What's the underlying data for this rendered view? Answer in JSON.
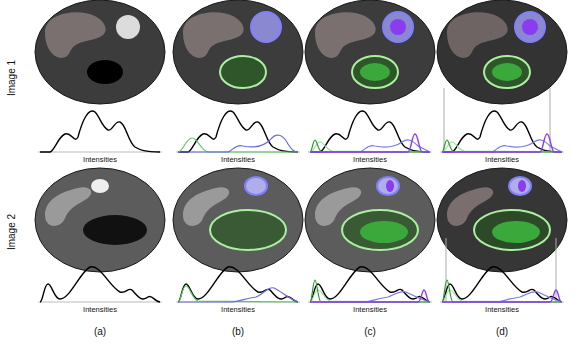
{
  "diagram": {
    "labels": [
      "Image 1",
      "Image 2",
      "Intensities",
      "Intensities",
      "Intensities",
      "Intensities",
      "Intensities",
      "Intensities",
      "Intensities",
      "Intensities",
      "(a)",
      "(b)",
      "(c)",
      "(d)"
    ]
  }
}
